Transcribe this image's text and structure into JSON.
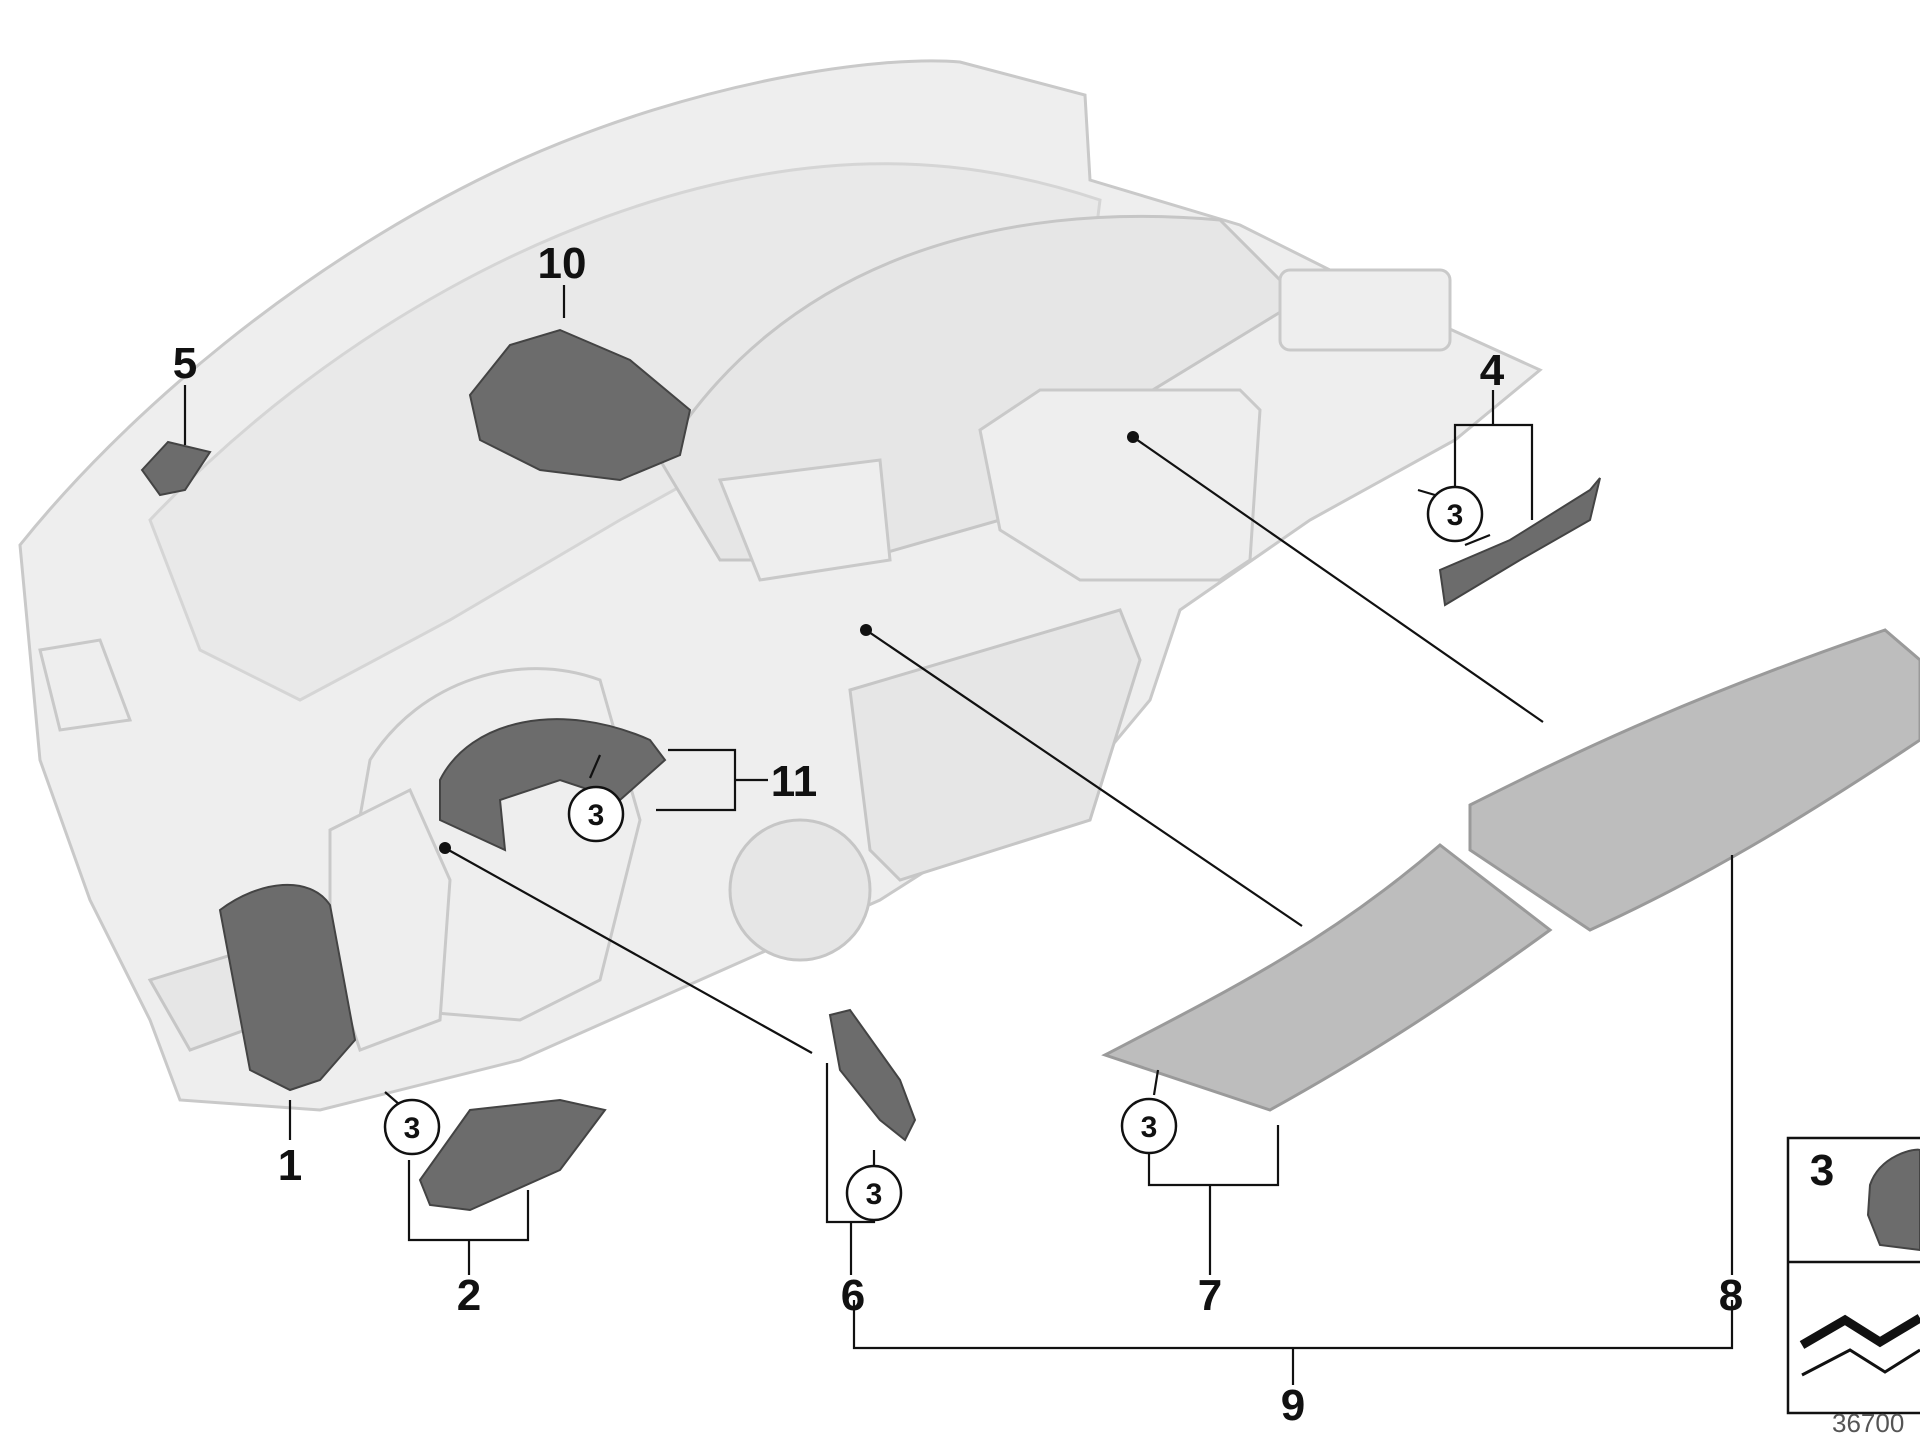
{
  "labels": {
    "p1": "1",
    "p2": "2",
    "p3": "3",
    "p4": "4",
    "p5": "5",
    "p6": "6",
    "p7": "7",
    "p8": "8",
    "p9": "9",
    "p10": "10",
    "p11": "11"
  },
  "inset": {
    "number": "3"
  },
  "reference": "36700"
}
